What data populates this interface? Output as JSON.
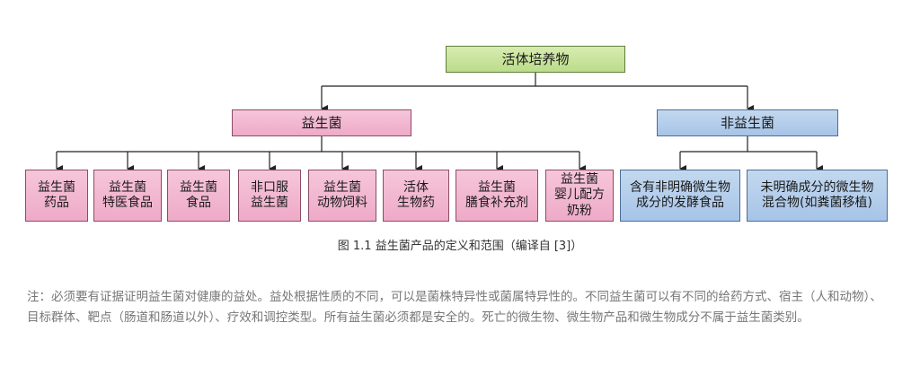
{
  "diagram": {
    "root": "活体培养物",
    "level1": [
      "益生菌",
      "非益生菌"
    ],
    "probiotic_leaves": [
      "益生菌\n药品",
      "益生菌\n特医食品",
      "益生菌\n食品",
      "非口服\n益生菌",
      "益生菌\n动物饲料",
      "活体\n生物药",
      "益生菌\n膳食补充剂",
      "益生菌\n婴儿配方\n奶粉"
    ],
    "non_probiotic_leaves": [
      "含有非明确微生物\n成分的发酵食品",
      "未明确成分的微生物\n混合物(如粪菌移植)"
    ]
  },
  "caption": "图 1.1 益生菌产品的定义和范围（编译自 [3]）",
  "note": "注：必须要有证据证明益生菌对健康的益处。益处根据性质的不同，可以是菌株特异性或菌属特异性的。不同益生菌可以有不同的给药方式、宿主（人和动物）、目标群体、靶点（肠道和肠道以外）、疗效和调控类型。所有益生菌必须都是安全的。死亡的微生物、微生物产品和微生物成分不属于益生菌类别。",
  "colors": {
    "root_fill": "#c9e39c",
    "probiotic_fill": "#f2b8d1",
    "non_probiotic_fill": "#b4cdeb",
    "line": "#222222"
  }
}
